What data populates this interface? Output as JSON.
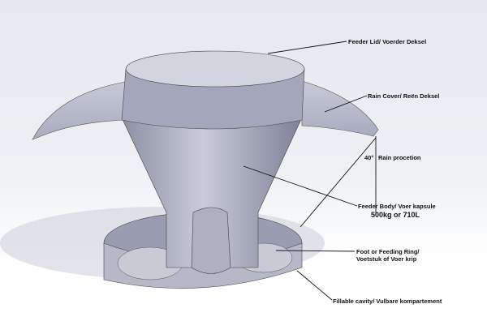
{
  "labels": {
    "feeder_lid": "Feeder Lid/ Voerder Deksel",
    "rain_cover": "Rain Cover/ Reën Deksel",
    "angle": "40°",
    "rain_protection": "Rain procetion",
    "feeder_body": "Feeder Body/ Voer kapsule",
    "capacity": "500kg or 710L",
    "foot_line1": "Foot or Feeding Ring/",
    "foot_line2": "Voetstuk of Voer krip",
    "cavity": "Fillable cavity/ Vulbare kompartement"
  }
}
